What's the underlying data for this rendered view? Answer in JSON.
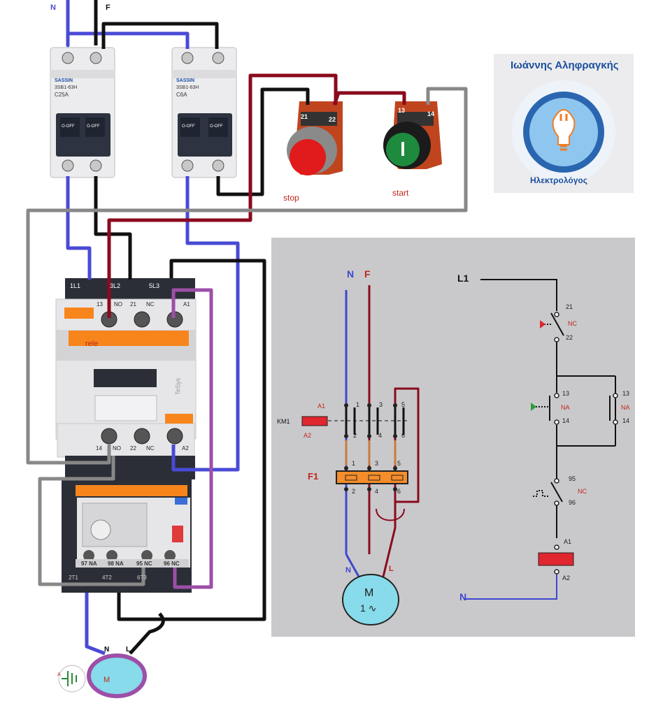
{
  "wiring": {
    "n_label": "N",
    "f_label": "F",
    "breaker1": {
      "brand": "SASSIN",
      "model": "3SB1-63H",
      "rating": "C25A",
      "off1": "O-OFF",
      "off2": "O-OFF"
    },
    "breaker2": {
      "brand": "SASSIN",
      "model": "3SB1-63H",
      "rating": "C6A",
      "off1": "O-OFF",
      "off2": "O-OFF"
    },
    "stop": {
      "label": "stop",
      "t1": "21",
      "t2": "22"
    },
    "start": {
      "label": "start",
      "t1": "13",
      "t2": "14"
    },
    "contactor": {
      "top_terms": [
        "1L1",
        "3L2",
        "5L3"
      ],
      "aux_top": [
        "13",
        "NO",
        "21",
        "NC",
        "A1"
      ],
      "aux_bottom": [
        "14",
        "NO",
        "22",
        "NC",
        "A2"
      ],
      "rele_label": "rele",
      "brand": "TeSys"
    },
    "overload": {
      "terms": [
        "97 NA",
        "98 NA",
        "95 NC",
        "96 NC"
      ],
      "bottom_terms": [
        "2T1",
        "4T2",
        "6T3"
      ]
    },
    "motor": {
      "label": "M",
      "n": "N",
      "l": "L",
      "ground": "A"
    }
  },
  "logo": {
    "name": "Ιωάννης Αληφραγκής",
    "profession": "Ηλεκτρολόγος"
  },
  "schematic": {
    "power": {
      "n": "N",
      "f": "F",
      "km1": "KM1",
      "a1": "A1",
      "a2": "A2",
      "f1": "F1",
      "top_nums": [
        "1",
        "3",
        "5"
      ],
      "mid_nums": [
        "2",
        "4",
        "6"
      ],
      "ol_top": [
        "1",
        "3",
        "5"
      ],
      "ol_bottom": [
        "2",
        "4",
        "6"
      ],
      "motor_n": "N",
      "motor_l": "L",
      "motor_m": "M",
      "motor_phase": "1 ∿"
    },
    "control": {
      "l1": "L1",
      "stop_t1": "21",
      "stop_nc": "NC",
      "stop_t2": "22",
      "start_t1": "13",
      "start_na": "NA",
      "start_t2": "14",
      "hold_t1": "13",
      "hold_na": "NA",
      "hold_t2": "14",
      "ol_t1": "95",
      "ol_nc": "NC",
      "ol_t2": "96",
      "coil_a1": "A1",
      "coil_a2": "A2",
      "n": "N"
    }
  },
  "colors": {
    "neutral": "#4a4ad6",
    "phase": "#111111",
    "control": "#8b0a1e",
    "feedback": "#888888",
    "aux": "#9d4fa8",
    "orange": "#f7851c",
    "panel": "#c9c9cb"
  }
}
